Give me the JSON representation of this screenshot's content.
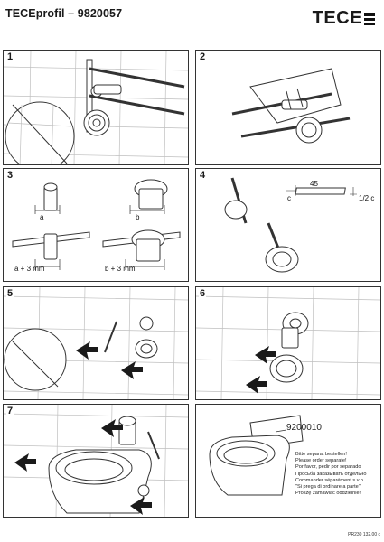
{
  "header": {
    "title": "TECEprofil – 9820057",
    "brand": "TECE"
  },
  "steps": [
    {
      "number": "1"
    },
    {
      "number": "2"
    },
    {
      "number": "3",
      "labels": [
        "a",
        "b",
        "a + 3 mm",
        "b + 3 mm"
      ]
    },
    {
      "number": "4",
      "labels": [
        "45",
        "c",
        "1/2 c"
      ]
    },
    {
      "number": "5"
    },
    {
      "number": "6"
    },
    {
      "number": "7"
    },
    {
      "number": "",
      "product_code": "9200010",
      "order_note": [
        "Bitte separat bestellen!",
        "Please order separate!",
        "Por favor, pedir por separado",
        "Просьба заказывать отдельно",
        "Commander séparément s.v.p",
        "\"Si prega di ordinare a parte\"",
        "Proszę zamawiać oddzielnie!"
      ]
    }
  ],
  "footer": {
    "doc_code": "PR230 132.00 c"
  },
  "colors": {
    "line": "#333333",
    "tile": "#bfbfbf",
    "fill": "#ffffff",
    "dark": "#1a1a1a"
  }
}
